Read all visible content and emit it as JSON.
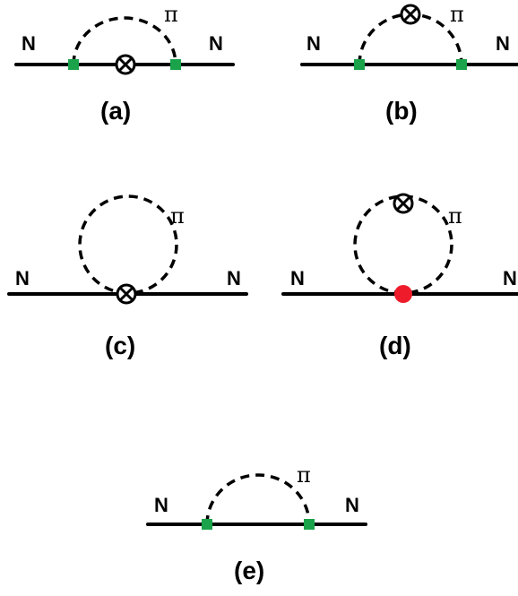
{
  "labels": {
    "nucleon": "N",
    "pion": "π"
  },
  "captions": {
    "a": "(a)",
    "b": "(b)",
    "c": "(c)",
    "d": "(d)",
    "e": "(e)"
  },
  "colors": {
    "vertex_green": "#1aa34a",
    "vertex_red": "#ee1c2b",
    "line": "#000000"
  }
}
